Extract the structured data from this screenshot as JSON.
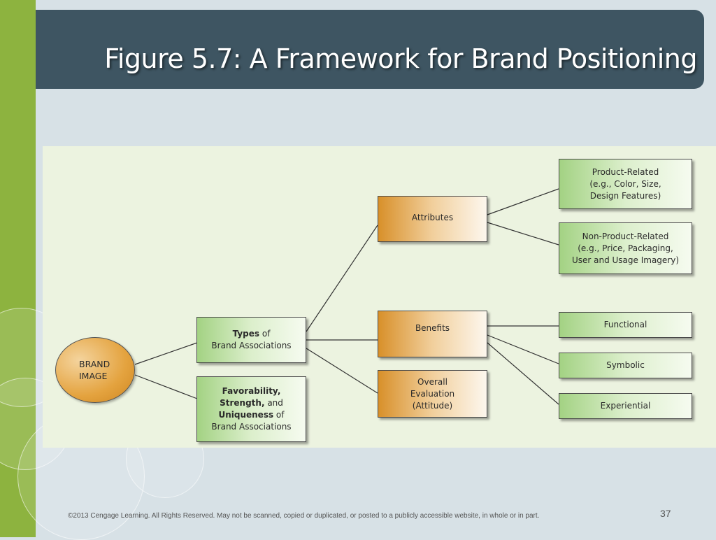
{
  "slide": {
    "title": "Figure 5.7: A Framework for Brand Positioning",
    "footer": "©2013 Cengage Learning. All Rights Reserved. May not be scanned, copied or duplicated, or posted to a publicly accessible website, in whole or in part.",
    "page_number": "37"
  },
  "diagram": {
    "brand_image": "BRAND\nIMAGE",
    "types": {
      "bold": "Types",
      "rest": " of\nBrand Associations"
    },
    "favorability": {
      "fav": "Favorability,",
      "strength": "Strength,",
      "and": " and",
      "uniqueness": "Uniqueness",
      "of": " of",
      "last": "Brand Associations"
    },
    "attributes": "Attributes",
    "benefits": "Benefits",
    "overall": "Overall\nEvaluation\n(Attitude)",
    "product_related": "Product-Related\n(e.g., Color, Size,\nDesign Features)",
    "non_product_related": "Non-Product-Related\n(e.g., Price, Packaging,\nUser and Usage Imagery)",
    "functional": "Functional",
    "symbolic": "Symbolic",
    "experiential": "Experiential"
  },
  "colors": {
    "title_bar": "#3e5562",
    "accent_green": "#8db33f",
    "orange_box": "#d8902a",
    "green_box": "#a3d283"
  }
}
